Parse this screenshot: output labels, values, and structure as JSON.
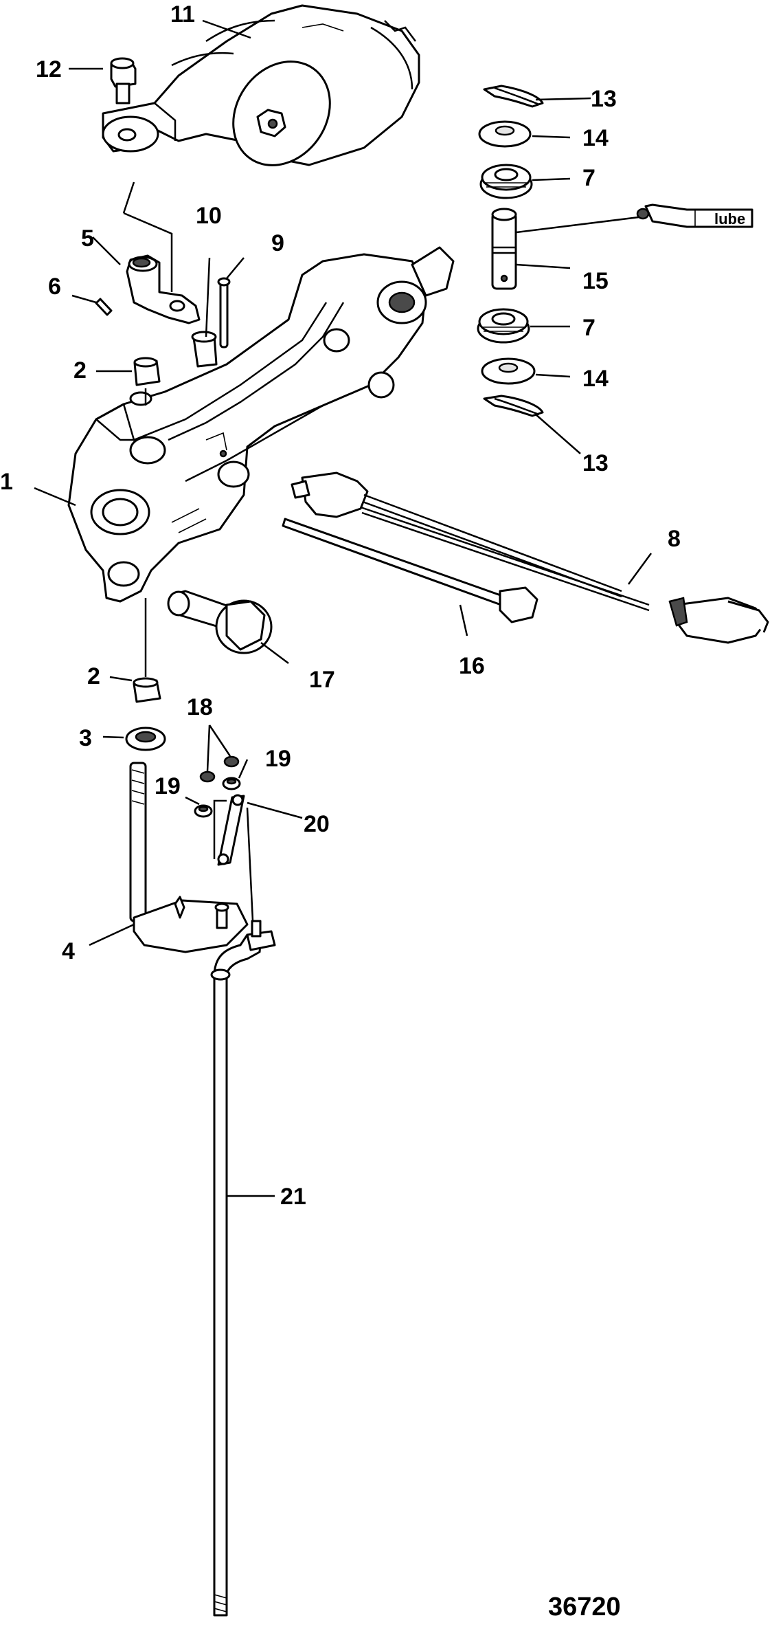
{
  "figure_id": "36720",
  "lube_label": "lube",
  "callouts": {
    "c1": "1",
    "c2a": "2",
    "c2b": "2",
    "c3": "3",
    "c4": "4",
    "c5": "5",
    "c6": "6",
    "c7a": "7",
    "c7b": "7",
    "c8": "8",
    "c9": "9",
    "c10": "10",
    "c11": "11",
    "c12": "12",
    "c13a": "13",
    "c13b": "13",
    "c14a": "14",
    "c14b": "14",
    "c15": "15",
    "c16": "16",
    "c17": "17",
    "c18": "18",
    "c19a": "19",
    "c19b": "19",
    "c20": "20",
    "c21": "21"
  }
}
